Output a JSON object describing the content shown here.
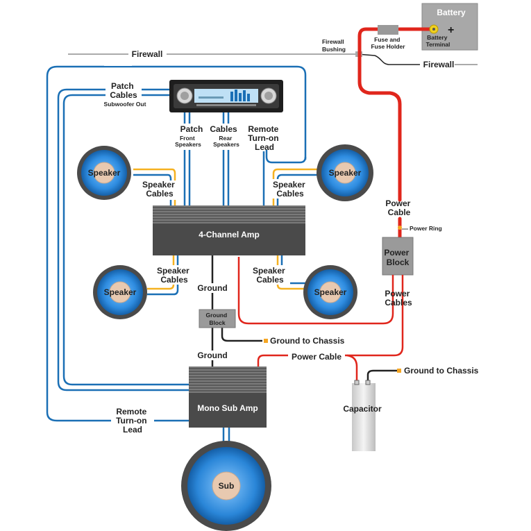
{
  "battery": {
    "title": "Battery",
    "terminal_label": "Battery\nTerminal",
    "plus": "+"
  },
  "fuse": {
    "label": "Fuse and\nFuse Holder"
  },
  "firewall": {
    "label": "Firewall",
    "bushing_label": "Firewall\nBushing"
  },
  "head_unit": {
    "patch_cables": "Patch\nCables",
    "subwoofer_out": "Subwoofer Out",
    "patch": "Patch",
    "cables": "Cables",
    "front_speakers": "Front\nSpeakers",
    "rear_speakers": "Rear\nSpeakers",
    "remote_lead": "Remote\nTurn-on\nLead"
  },
  "speakers": {
    "label": "Speaker",
    "cables_label": "Speaker\nCables"
  },
  "amp4": {
    "label": "4-Channel Amp"
  },
  "power": {
    "cable_label": "Power\nCable",
    "ring_label": "Power Ring",
    "block_label": "Power\nBlock",
    "cables_label": "Power\nCables",
    "cable_label_single": "Power Cable"
  },
  "ground": {
    "label": "Ground",
    "block_label": "Ground\nBlock",
    "chassis_label": "Ground to Chassis"
  },
  "sub_amp": {
    "label": "Mono Sub Amp",
    "remote_lead": "Remote\nTurn-on\nLead"
  },
  "sub": {
    "label": "Sub"
  },
  "capacitor": {
    "label": "Capacitor"
  },
  "colors": {
    "blue_wire": "#1a6fb5",
    "red_wire": "#e0261c",
    "yellow_wire": "#f5b120",
    "amp_body": "#4a4a4a",
    "block_gray": "#9a9a9a",
    "battery_gray": "#a8a8a8",
    "speaker_blue": "#2e8ce0",
    "speaker_cone": "#e8c9b0",
    "rim_dark": "#4a4a4a"
  }
}
